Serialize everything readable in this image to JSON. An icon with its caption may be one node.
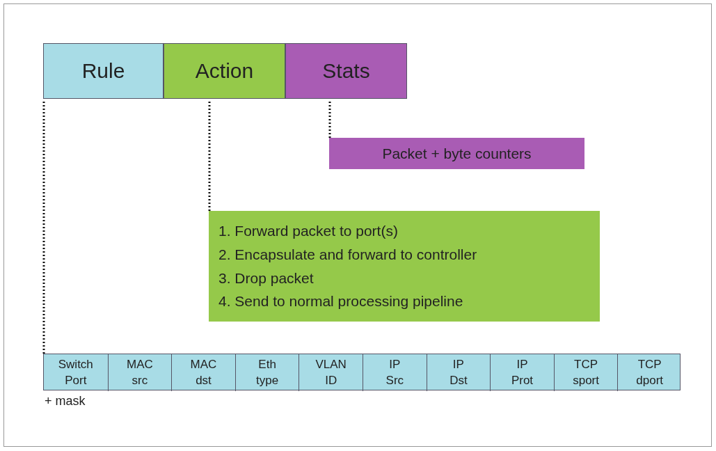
{
  "diagram": {
    "nodes": [
      {
        "text": [
          "Rule"
        ]
      },
      {
        "text": [
          "Action"
        ]
      },
      {
        "text": [
          "Stats"
        ]
      },
      {
        "text": [
          "Packet + byte counters"
        ]
      },
      {
        "text": [
          "1. Forward packet to port(s)",
          "2. Encapsulate and forward to controller",
          "3. Drop packet",
          "4. Send to normal processing pipeline"
        ]
      },
      {
        "text": [],
        "shape": "bar"
      },
      {
        "text": [
          "Switch Port"
        ],
        "in": 5
      },
      {
        "text": [
          "MAC src"
        ],
        "in": 5
      },
      {
        "text": [
          "MAC dst"
        ],
        "in": 5
      },
      {
        "text": [
          "Eth type"
        ],
        "in": 5
      },
      {
        "text": [
          "VLAN ID"
        ],
        "in": 5
      },
      {
        "text": [
          "IP Src"
        ],
        "in": 5
      },
      {
        "text": [
          "IP Dst"
        ],
        "in": 5
      },
      {
        "text": [
          "IP Prot"
        ],
        "in": 5
      },
      {
        "text": [
          "TCP sport"
        ],
        "in": 5
      },
      {
        "text": [
          "TCP dport"
        ],
        "in": 5
      }
    ],
    "edges": [
      {
        "from": 0,
        "to": 5,
        "arrow": "none",
        "style": "dashed"
      },
      {
        "from": 1,
        "to": 4,
        "arrow": "none",
        "style": "dashed"
      },
      {
        "from": 2,
        "to": 3,
        "arrow": "none",
        "style": "dashed"
      }
    ],
    "labels": [
      "+ mask"
    ]
  }
}
